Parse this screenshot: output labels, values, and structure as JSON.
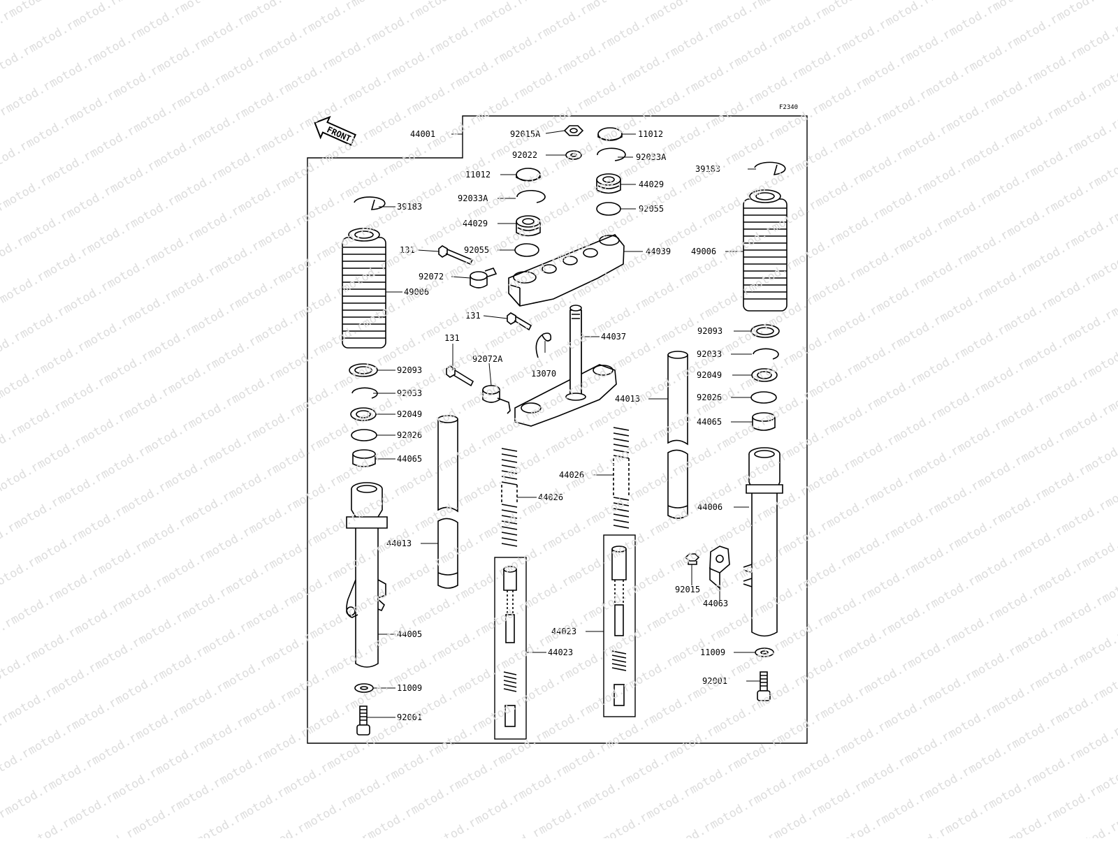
{
  "figure_code": "F2340",
  "watermark": "motod.ru",
  "front_arrow": "FRONT",
  "callouts": [
    {
      "id": "c44001",
      "text": "44001"
    },
    {
      "id": "c92015A",
      "text": "92015A"
    },
    {
      "id": "c11012a",
      "text": "11012"
    },
    {
      "id": "c92022",
      "text": "92022"
    },
    {
      "id": "c92033Aa",
      "text": "92033A"
    },
    {
      "id": "c39183r",
      "text": "39183"
    },
    {
      "id": "c11012b",
      "text": "11012"
    },
    {
      "id": "c44029a",
      "text": "44029"
    },
    {
      "id": "c92033Ab",
      "text": "92033A"
    },
    {
      "id": "c92055a",
      "text": "92055"
    },
    {
      "id": "c39183l",
      "text": "39183"
    },
    {
      "id": "c44029b",
      "text": "44029"
    },
    {
      "id": "c131a",
      "text": "131"
    },
    {
      "id": "c92055b",
      "text": "92055"
    },
    {
      "id": "c44039",
      "text": "44039"
    },
    {
      "id": "c49006r",
      "text": "49006"
    },
    {
      "id": "c92072",
      "text": "92072"
    },
    {
      "id": "c49006l",
      "text": "49006"
    },
    {
      "id": "c131b",
      "text": "131"
    },
    {
      "id": "c44037",
      "text": "44037"
    },
    {
      "id": "c92093r",
      "text": "92093"
    },
    {
      "id": "c131c",
      "text": "131"
    },
    {
      "id": "c92072A",
      "text": "92072A"
    },
    {
      "id": "c92033r",
      "text": "92033"
    },
    {
      "id": "c13070",
      "text": "13070"
    },
    {
      "id": "c92049r",
      "text": "92049"
    },
    {
      "id": "c92093l",
      "text": "92093"
    },
    {
      "id": "c92026r",
      "text": "92026"
    },
    {
      "id": "c44013r",
      "text": "44013"
    },
    {
      "id": "c92033l",
      "text": "92033"
    },
    {
      "id": "c44065r",
      "text": "44065"
    },
    {
      "id": "c92049l",
      "text": "92049"
    },
    {
      "id": "c92026l",
      "text": "92026"
    },
    {
      "id": "c44065l",
      "text": "44065"
    },
    {
      "id": "c44026r",
      "text": "44026"
    },
    {
      "id": "c44026l",
      "text": "44026"
    },
    {
      "id": "c44006",
      "text": "44006"
    },
    {
      "id": "c44013l",
      "text": "44013"
    },
    {
      "id": "c92015",
      "text": "92015"
    },
    {
      "id": "c44063",
      "text": "44063"
    },
    {
      "id": "c44005",
      "text": "44005"
    },
    {
      "id": "c44023r",
      "text": "44023"
    },
    {
      "id": "c44023l",
      "text": "44023"
    },
    {
      "id": "c11009r",
      "text": "11009"
    },
    {
      "id": "c92001r",
      "text": "92001"
    },
    {
      "id": "c11009l",
      "text": "11009"
    },
    {
      "id": "c92001l",
      "text": "92001"
    }
  ]
}
